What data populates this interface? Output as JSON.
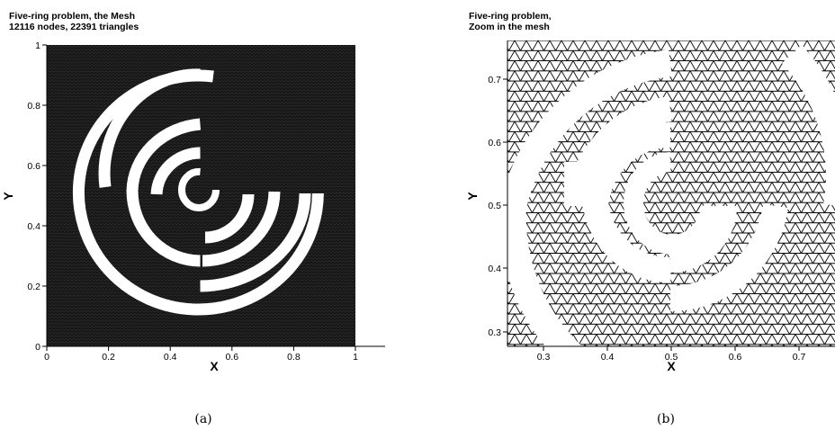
{
  "panels": [
    {
      "id": "a",
      "title_line1": "Five-ring problem, the Mesh",
      "title_line2": "12116 nodes, 22391 triangles",
      "xlabel": "X",
      "ylabel": "Y",
      "xticks": [
        "0",
        "0.2",
        "0.4",
        "0.6",
        "0.8",
        "1"
      ],
      "yticks": [
        "0",
        "0.2",
        "0.4",
        "0.6",
        "0.8",
        "1"
      ],
      "caption": "(a)"
    },
    {
      "id": "b",
      "title_line1": "Five-ring problem,",
      "title_line2": "Zoom in the mesh",
      "xlabel": "X",
      "ylabel": "Y",
      "xticks": [
        "0.3",
        "0.4",
        "0.5",
        "0.6",
        "0.7"
      ],
      "yticks": [
        "0.3",
        "0.4",
        "0.5",
        "0.6",
        "0.7"
      ],
      "caption": "(b)"
    }
  ],
  "colors": {
    "mesh_dense": "#0a0a0a",
    "mesh_line": "#000000",
    "ring": "#ffffff"
  }
}
